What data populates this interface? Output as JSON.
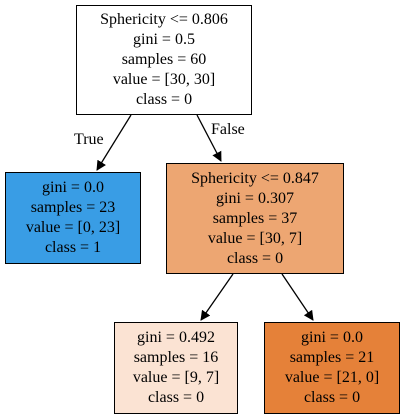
{
  "nodes": [
    {
      "id": "root",
      "fill": "#ffffff",
      "lines": [
        "Sphericity <= 0.806",
        "gini = 0.5",
        "samples = 60",
        "value = [30, 30]",
        "class = 0"
      ]
    },
    {
      "id": "left",
      "fill": "#399de5",
      "lines": [
        "gini = 0.0",
        "samples = 23",
        "value = [0, 23]",
        "class = 1"
      ]
    },
    {
      "id": "right",
      "fill": "#eda672",
      "lines": [
        "Sphericity <= 0.847",
        "gini = 0.307",
        "samples = 37",
        "value = [30, 7]",
        "class = 0"
      ]
    },
    {
      "id": "right-left",
      "fill": "#fbe3d3",
      "lines": [
        "gini = 0.492",
        "samples = 16",
        "value = [9, 7]",
        "class = 0"
      ]
    },
    {
      "id": "right-right",
      "fill": "#e58139",
      "lines": [
        "gini = 0.0",
        "samples = 21",
        "value = [21, 0]",
        "class = 0"
      ]
    }
  ],
  "edges": [
    {
      "from": "root",
      "to": "left",
      "label": "True"
    },
    {
      "from": "root",
      "to": "right",
      "label": "False"
    },
    {
      "from": "right",
      "to": "right-left",
      "label": ""
    },
    {
      "from": "right",
      "to": "right-right",
      "label": ""
    }
  ]
}
